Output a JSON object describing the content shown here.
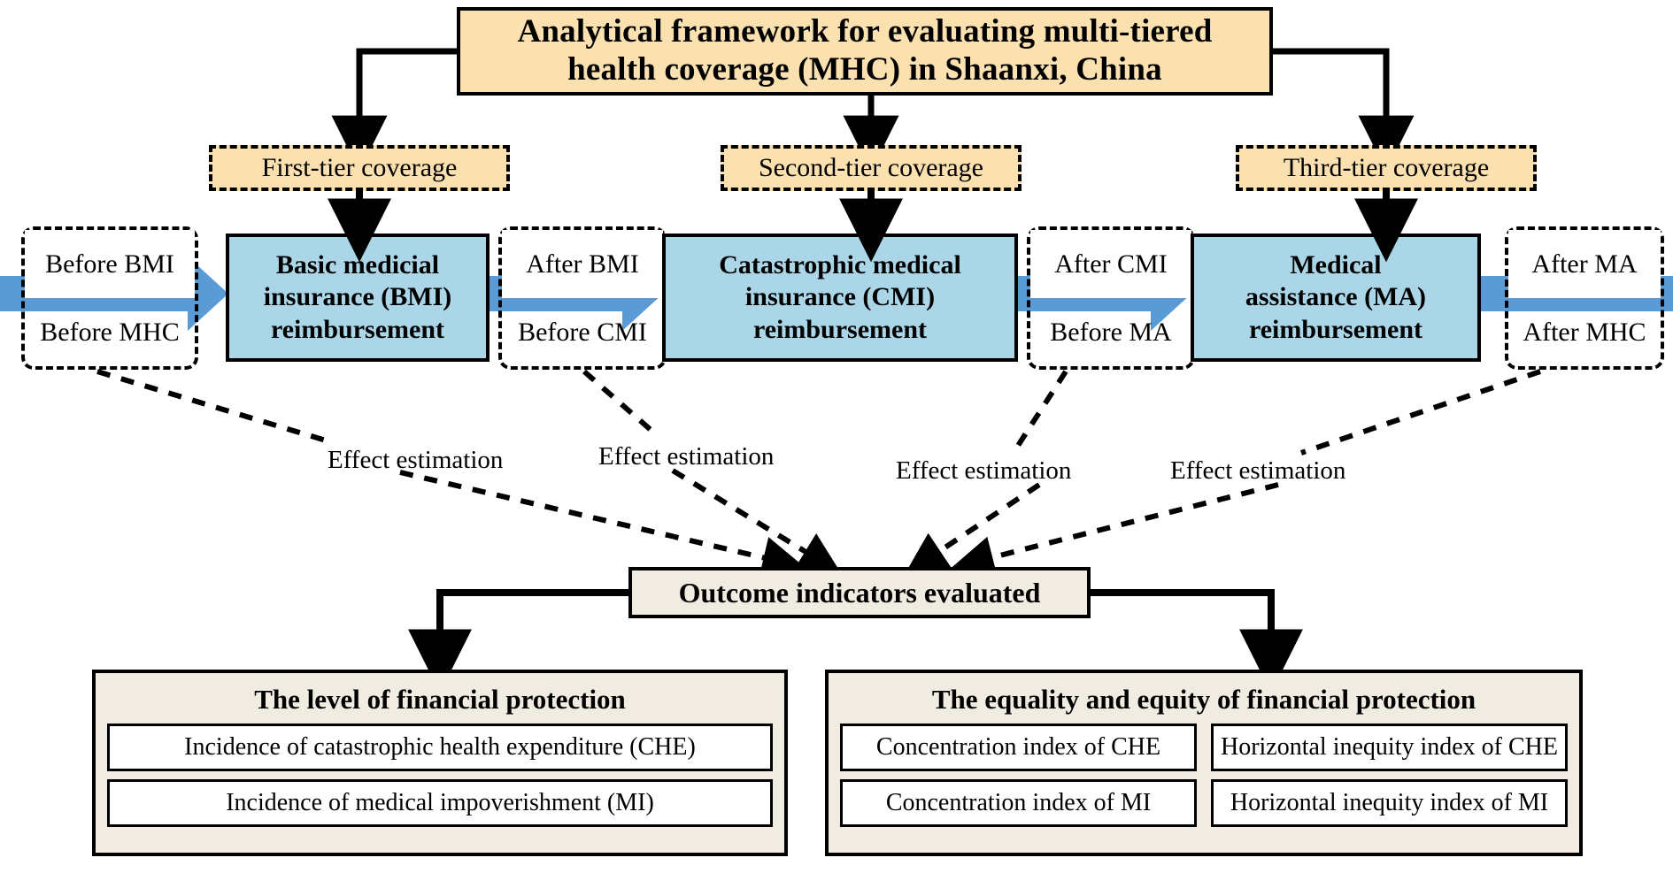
{
  "figure": {
    "title": "Analytical framework for evaluating multi-tiered health coverage (MHC) in Shaanxi, China",
    "title_line1": "Analytical framework for evaluating multi-tiered",
    "title_line2": "health coverage (MHC) in Shaanxi, China"
  },
  "colors": {
    "title_fill": "#fbe0b0",
    "tier_fill": "#fbe0b0",
    "stage_fill": "#abd6e8",
    "arrow_blue": "#5b9bd5",
    "panel_fill": "#f0ece1",
    "chip_fill": "#ffffff",
    "stroke": "#000000"
  },
  "tiers": [
    {
      "label": "First-tier coverage"
    },
    {
      "label": "Second-tier coverage"
    },
    {
      "label": "Third-tier coverage"
    }
  ],
  "stages": [
    {
      "line1": "Basic medicial",
      "line2": "insurance (BMI)",
      "line3": "reimbursement"
    },
    {
      "line1": "Catastrophic medical",
      "line2": "insurance (CMI)",
      "line3": "reimbursement"
    },
    {
      "line1": "Medical",
      "line2": "assistance (MA)",
      "line3": "reimbursement"
    }
  ],
  "splits": [
    {
      "top": "Before BMI",
      "bottom": "Before MHC"
    },
    {
      "top": "After BMI",
      "bottom": "Before CMI"
    },
    {
      "top": "After CMI",
      "bottom": "Before MA"
    },
    {
      "top": "After MA",
      "bottom": "After MHC"
    }
  ],
  "effect_labels": [
    {
      "text": "Effect estimation"
    },
    {
      "text": "Effect estimation"
    },
    {
      "text": "Effect estimation"
    },
    {
      "text": "Effect estimation"
    }
  ],
  "outcome": {
    "label": "Outcome indicators evaluated"
  },
  "panels": [
    {
      "title": "The level of financial protection",
      "rows": [
        [
          "Incidence of catastrophic health expenditure (CHE)"
        ],
        [
          "Incidence of medical impoverishment (MI)"
        ]
      ]
    },
    {
      "title": "The equality and equity of financial protection",
      "rows": [
        [
          "Concentration index of CHE",
          "Horizontal inequity index of CHE"
        ],
        [
          "Concentration index of MI",
          "Horizontal inequity index of MI"
        ]
      ]
    }
  ]
}
